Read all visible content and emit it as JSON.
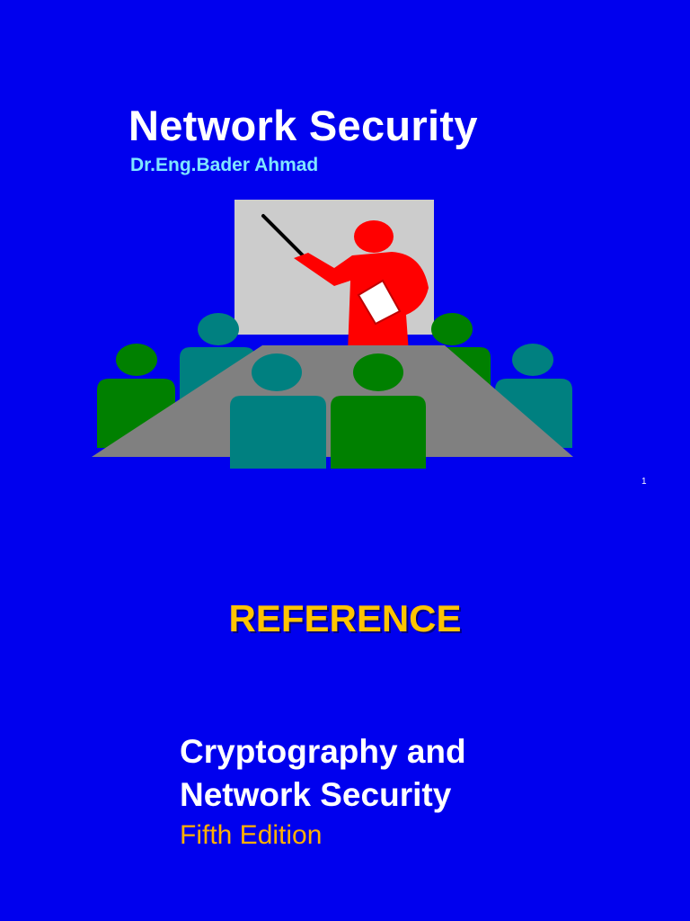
{
  "slide1": {
    "title": "Network Security",
    "author": "Dr.Eng.Bader Ahmad",
    "slide_number": "1",
    "illustration": "presenter-meeting-clipart"
  },
  "slide2": {
    "heading": "REFERENCE",
    "book_title_line1": "Cryptography and",
    "book_title_line2": "Network Security",
    "edition": "Fifth Edition"
  },
  "colors": {
    "background": "#0000ee",
    "title_text": "#ffffff",
    "author_text": "#7fe6ff",
    "reference_text": "#ffc400",
    "edition_text": "#ffb000",
    "presenter": "#ff0000",
    "board": "#cccccc",
    "table": "#808080",
    "person_teal": "#008080",
    "person_green": "#008000"
  }
}
